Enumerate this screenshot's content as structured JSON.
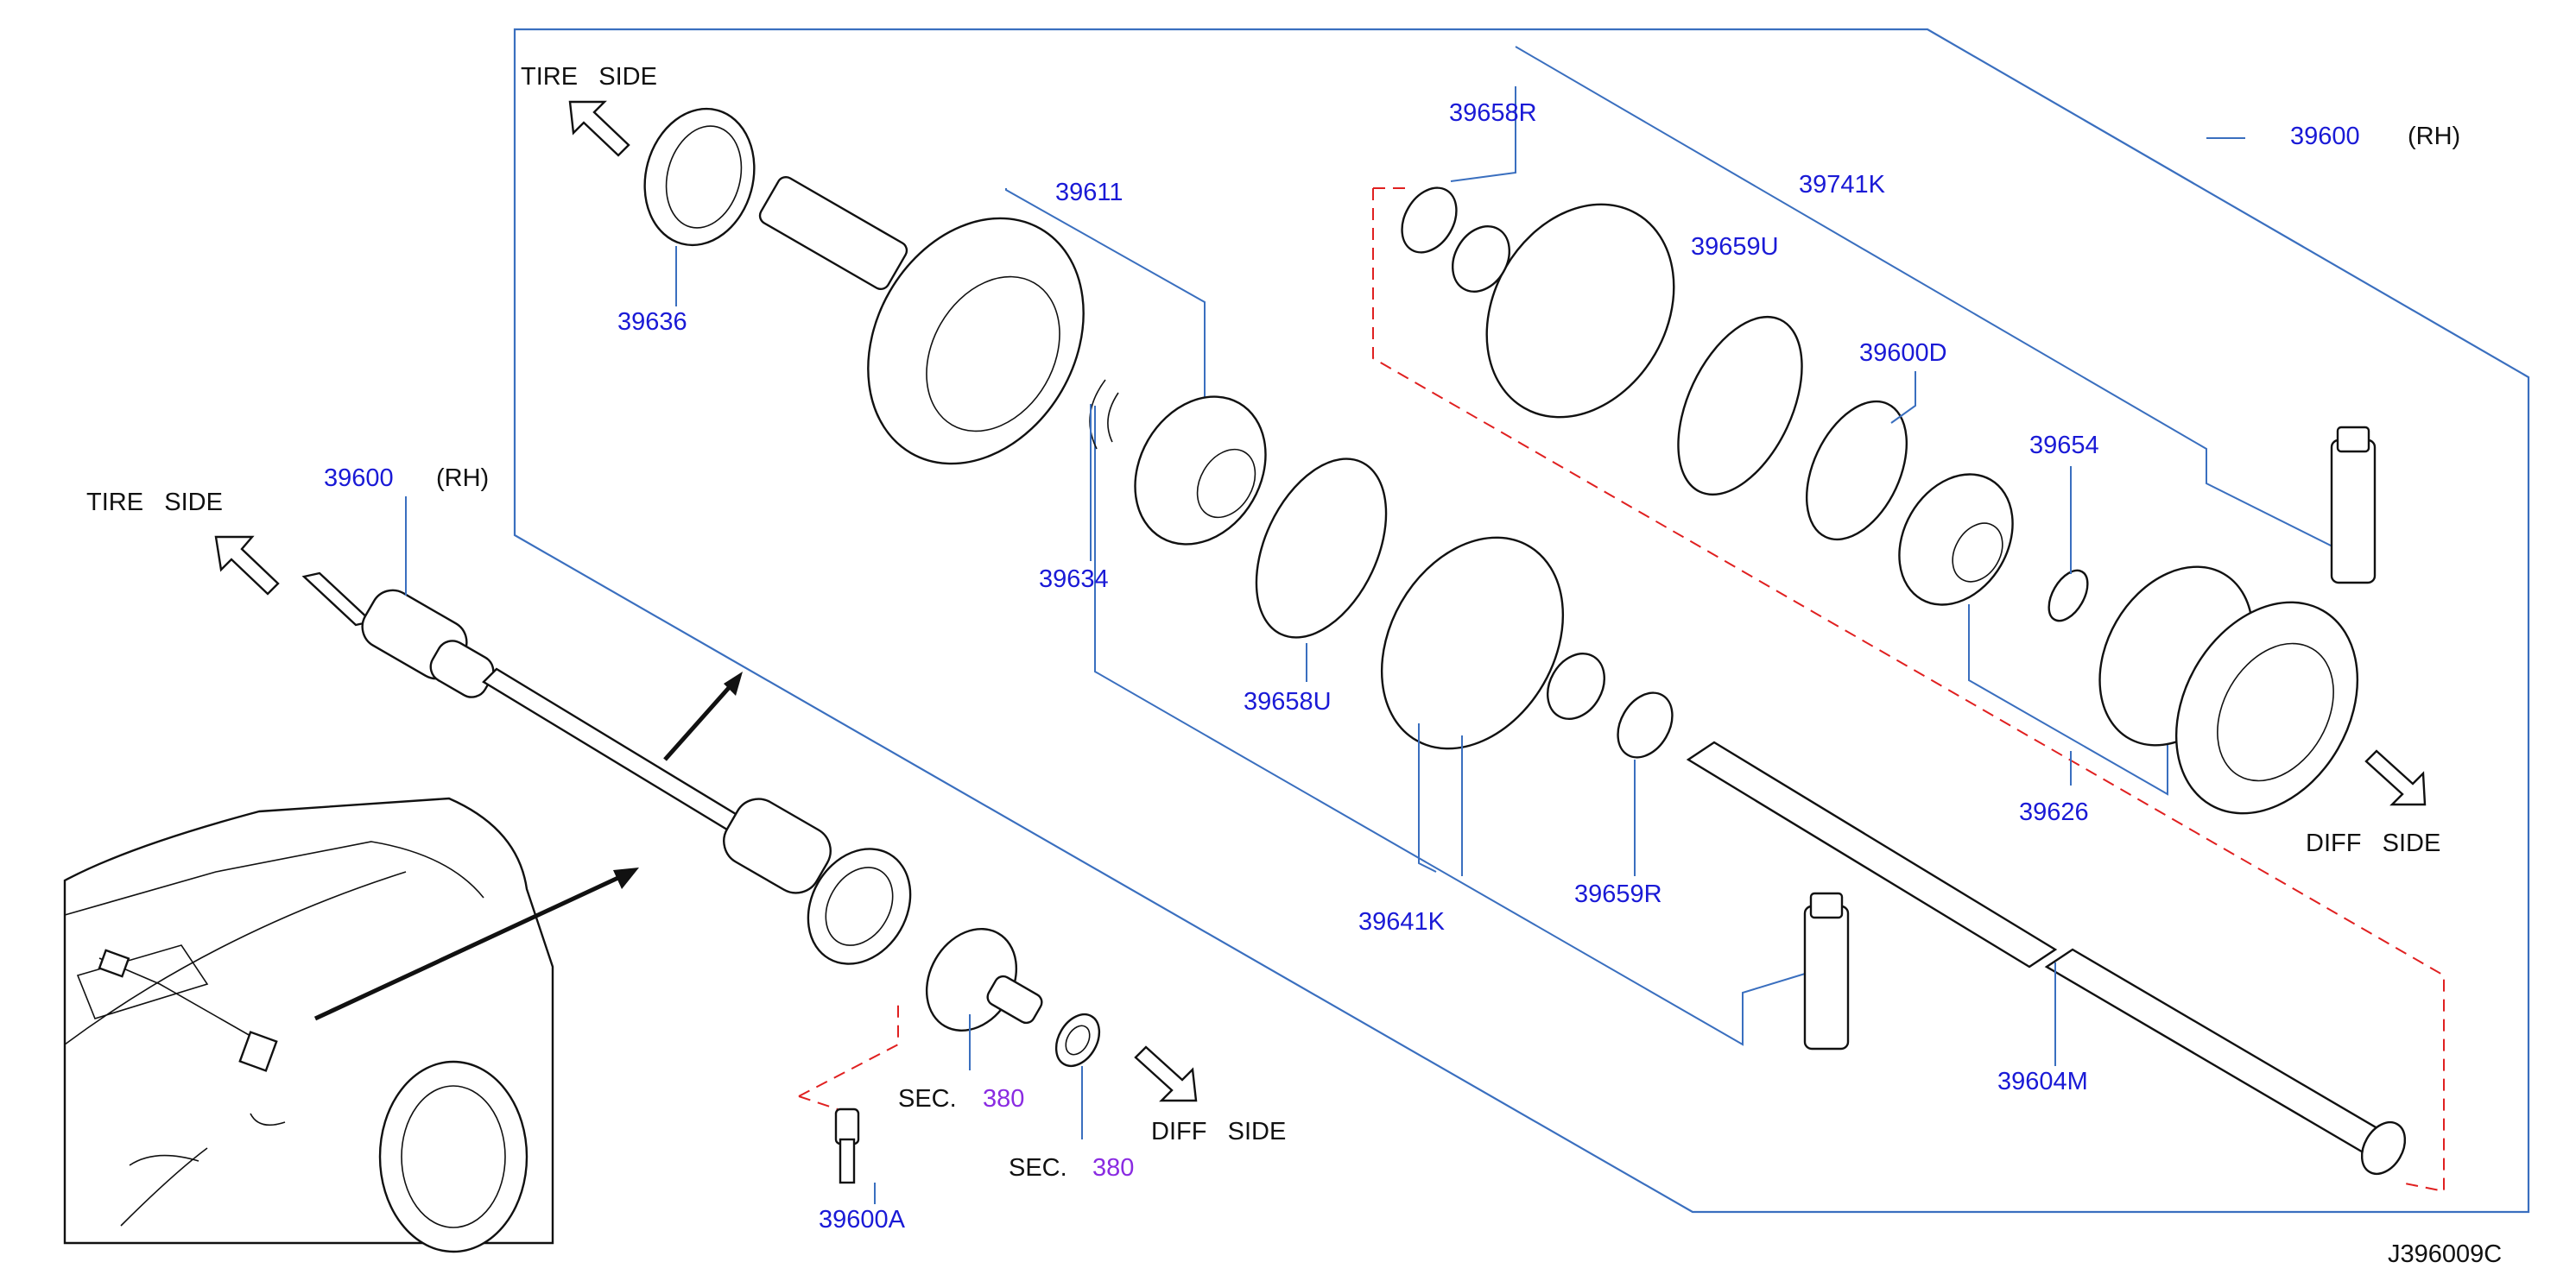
{
  "diagram": {
    "title_code": "J396009C",
    "direction_labels": {
      "tire_side_top": "TIRE   SIDE",
      "tire_side_left": "TIRE   SIDE",
      "diff_side_right": "DIFF   SIDE",
      "diff_side_bottom": "DIFF   SIDE"
    },
    "assembly_label": {
      "part": "39600",
      "side": "(RH)"
    },
    "overview_label": {
      "part": "39600",
      "side": "(RH)"
    },
    "parts": {
      "p39636": "39636",
      "p39611": "39611",
      "p39634": "39634",
      "p39658U": "39658U",
      "p39641K": "39641K",
      "p39659R": "39659R",
      "p39658R": "39658R",
      "p39741K": "39741K",
      "p39659U": "39659U",
      "p39600D": "39600D",
      "p39654": "39654",
      "p39626": "39626",
      "p39604M": "39604M",
      "p39600A": "39600A"
    },
    "sections": [
      {
        "prefix": "SEC.",
        "number": "380"
      },
      {
        "prefix": "SEC.",
        "number": "380"
      }
    ],
    "colors": {
      "part_number": "#1a1ad6",
      "section_number": "#8a2be2",
      "frame_line": "#3a6fbf",
      "dashed_group": "#e02020",
      "line_art": "#111111"
    }
  }
}
